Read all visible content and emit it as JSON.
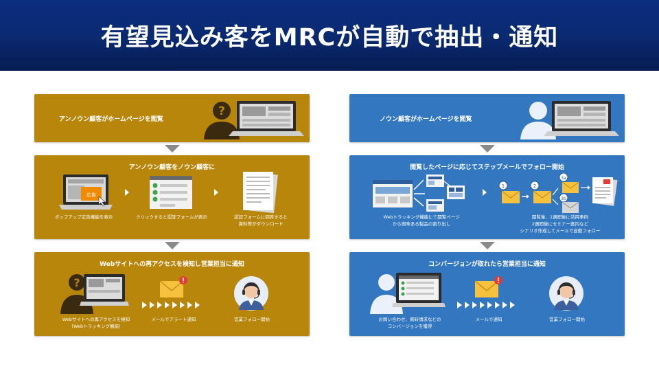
{
  "header": {
    "title": "有望見込み客をMRCが自動で抽出・通知"
  },
  "left": {
    "box1": {
      "title": "アンノウン顧客がホームページを閲覧"
    },
    "box2": {
      "title": "アンノウン顧客をノウン顧客に",
      "ad_badge": "広告",
      "captions": [
        "ポップアップ広告機能を表示",
        "クリックすると認証フォームが表示",
        "認証フォームに回答すると",
        "資料等がダウンロード"
      ]
    },
    "box3": {
      "title": "Webサイトへの再アクセスを検知し営業担当に通知",
      "captions": [
        "Webサイトへの再アクセスを検知",
        "（Webトラッキング機能）",
        "メールでアラート通知",
        "営業フォロー開始"
      ]
    }
  },
  "right": {
    "box1": {
      "title": "ノウン顧客がホームページを閲覧"
    },
    "box2": {
      "title": "閲覧したページに応じてステップメールでフォロー開始",
      "steps": [
        "1",
        "2",
        "3a",
        "3b"
      ],
      "captions": [
        "Webトラッキング機能にて閲覧ページ",
        "から興味ある製品の割り出し",
        "閲覧後、1週間後に活用事例",
        "2週間後にセミナー案内など",
        "シナリオ作成してメールで自動フォロー"
      ]
    },
    "box3": {
      "title": "コンバージョンが取れたら営業担当に通知",
      "captions": [
        "お問い合わせ、資料請求などの",
        "コンバージョンを獲得",
        "メールで通知",
        "営業フォロー開始"
      ]
    }
  },
  "colors": {
    "gold": "#b8860b",
    "blue": "#3277c0",
    "header": "#0a2a72",
    "arrow": "#8a8a8a"
  },
  "icons": [
    "person-silhouette-icon",
    "laptop-icon",
    "arrow-right-icon",
    "checklist-form-icon",
    "document-icon",
    "mail-icon",
    "alert-badge-icon",
    "operator-icon",
    "chevron-icon",
    "monitor-icon",
    "cursor-icon"
  ]
}
